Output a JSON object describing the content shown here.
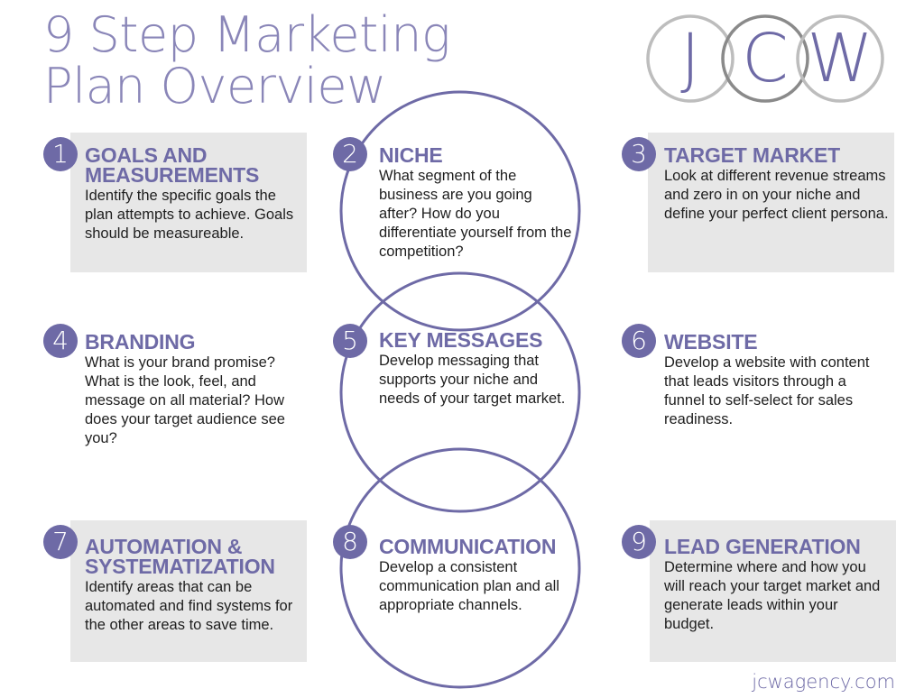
{
  "title": {
    "line1": "9 Step Marketing",
    "line2": "Plan Overview"
  },
  "logo": {
    "letters": [
      "J",
      "C",
      "W"
    ]
  },
  "steps": [
    {
      "number": "1",
      "title": "GOALS AND\nMEASUREMENTS",
      "description": "Identify the specific goals the plan attempts to achieve. Goals should be measureable."
    },
    {
      "number": "2",
      "title": "NICHE",
      "description": "What segment of the business are you going after? How do you differentiate yourself from the competition?"
    },
    {
      "number": "3",
      "title": "TARGET MARKET",
      "description": "Look at different revenue streams and zero in on your niche and define your perfect client persona."
    },
    {
      "number": "4",
      "title": "BRANDING",
      "description": "What is your brand promise? What is the look, feel, and message on all material? How does your target audience see you?"
    },
    {
      "number": "5",
      "title": "KEY MESSAGES",
      "description": "Develop messaging that supports your niche and needs of your target market."
    },
    {
      "number": "6",
      "title": "WEBSITE",
      "description": "Develop a website with content that leads visitors through a funnel to self-select for sales readiness."
    },
    {
      "number": "7",
      "title": "AUTOMATION &\nSYSTEMATIZATION",
      "description": "Identify areas that can be automated and find systems for the other areas to save time."
    },
    {
      "number": "8",
      "title": "COMMUNICATION",
      "description": "Develop a consistent communication plan and all appropriate channels."
    },
    {
      "number": "9",
      "title": "LEAD GENERATION",
      "description": "Determine where and how you will reach your target market and generate leads within your budget."
    }
  ],
  "footer": {
    "url": "jcwagency.com"
  },
  "colors": {
    "accent": "#6e6aa6",
    "title": "#8a86b8",
    "card": "#e7e7e7",
    "ring": "#8d8d8d"
  }
}
